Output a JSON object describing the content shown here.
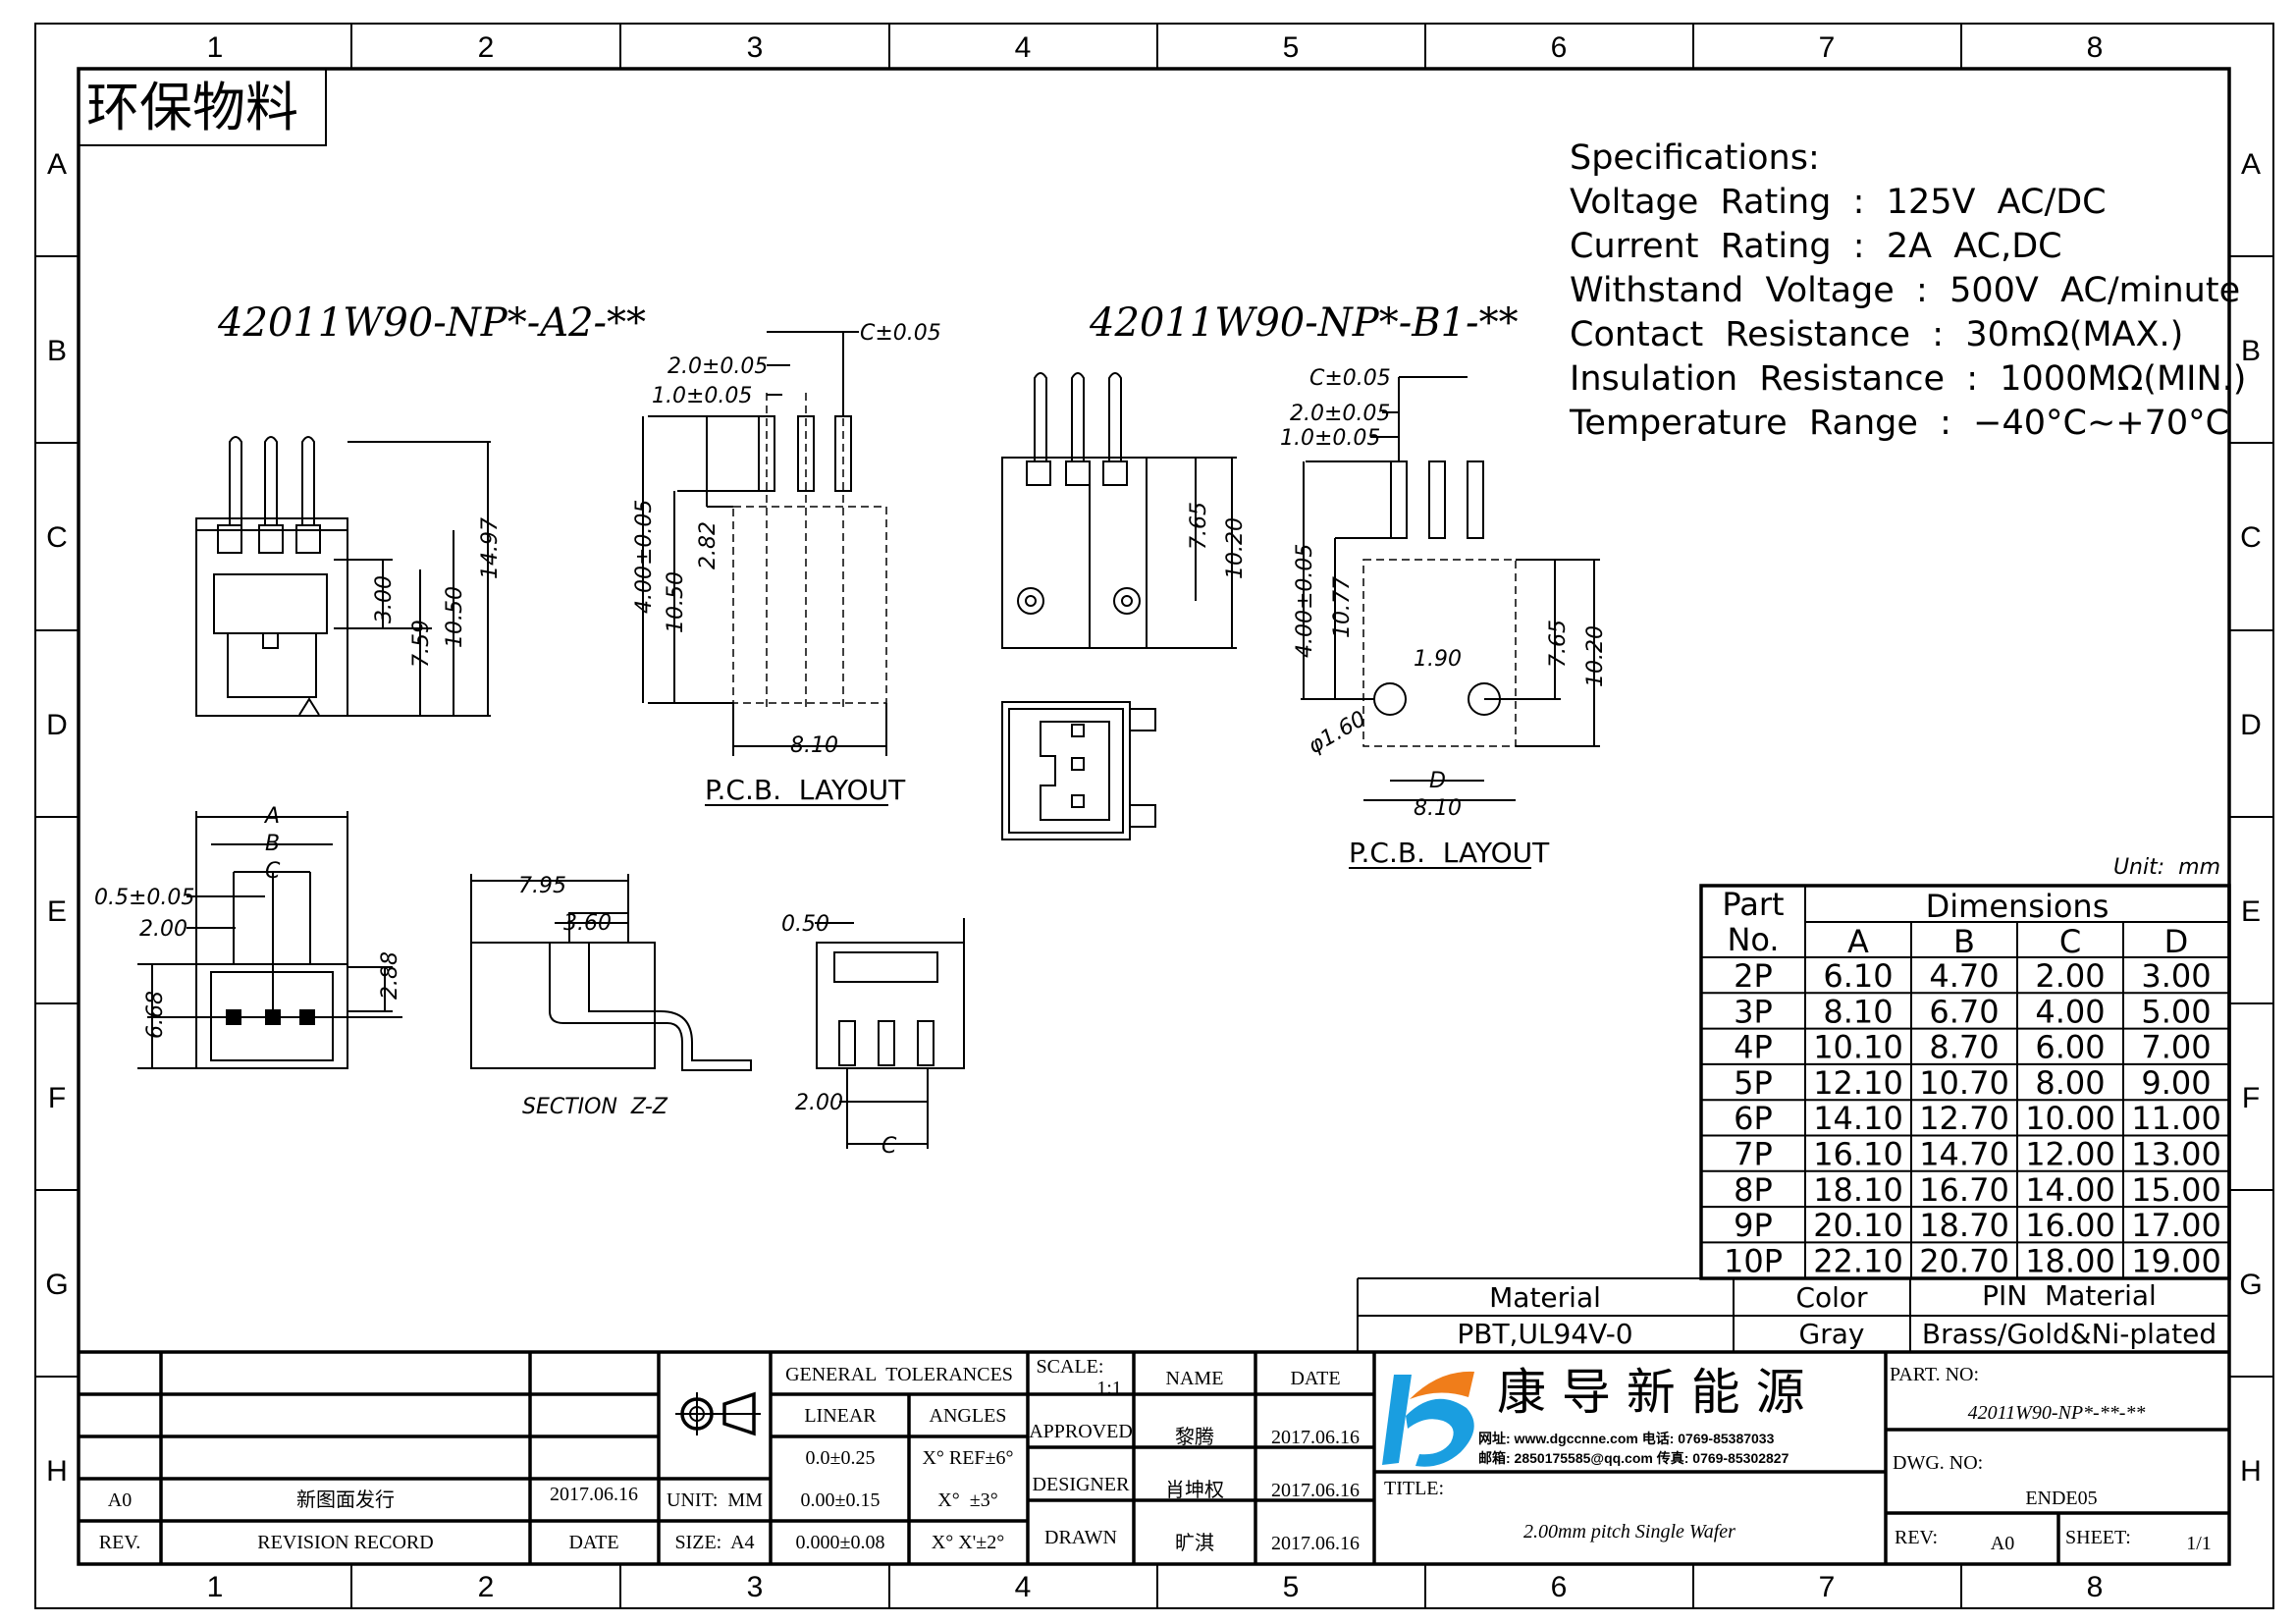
{
  "grid": {
    "columns": [
      "1",
      "2",
      "3",
      "4",
      "5",
      "6",
      "7",
      "8"
    ],
    "rows": [
      "A",
      "B",
      "C",
      "D",
      "E",
      "F",
      "G",
      "H"
    ]
  },
  "stamp": "环保物料",
  "specifications": {
    "title": "Specifications:",
    "lines": [
      "Voltage  Rating  :  125V  AC/DC",
      "Current  Rating  :  2A  AC,DC",
      "Withstand  Voltage  :  500V  AC/minute",
      "Contact  Resistance  :  30mΩ(MAX.)",
      "Insulation  Resistance  :  1000MΩ(MIN.)",
      "Temperature  Range  :  −40°C~+70°C"
    ]
  },
  "drawings": {
    "a2": {
      "part": "42011W90-NP*-A2-**",
      "dims": [
        "3.00",
        "7.59",
        "10.50",
        "14.97"
      ]
    },
    "pcb1": {
      "dims": [
        "C±0.05",
        "2.0±0.05",
        "1.0±0.05",
        "4.00±0.05",
        "10.50",
        "2.82",
        "8.10"
      ],
      "label": "P.C.B.  LAYOUT"
    },
    "b1": {
      "part": "42011W90-NP*-B1-**",
      "dims": [
        "7.65",
        "10.20"
      ]
    },
    "pcb2": {
      "dims": [
        "C±0.05",
        "2.0±0.05",
        "1.0±0.05",
        "4.00±0.05",
        "10.77",
        "1.90",
        "7.65",
        "10.20",
        "φ1.60",
        "D",
        "8.10"
      ],
      "label": "P.C.B.  LAYOUT"
    },
    "front": {
      "dims": [
        "A",
        "B",
        "C",
        "0.5±0.05",
        "2.00",
        "6.68",
        "2.88"
      ]
    },
    "section": {
      "dims": [
        "7.95",
        "3.60"
      ],
      "label": "SECTION  Z-Z"
    },
    "side": {
      "dims": [
        "0.50",
        "2.00",
        "C"
      ]
    },
    "unit": "Unit:  mm"
  },
  "dimension_table": {
    "part_header": [
      "Part",
      "No."
    ],
    "dimensions_header": "Dimensions",
    "columns": [
      "A",
      "B",
      "C",
      "D"
    ],
    "rows": [
      [
        "2P",
        "6.10",
        "4.70",
        "2.00",
        "3.00"
      ],
      [
        "3P",
        "8.10",
        "6.70",
        "4.00",
        "5.00"
      ],
      [
        "4P",
        "10.10",
        "8.70",
        "6.00",
        "7.00"
      ],
      [
        "5P",
        "12.10",
        "10.70",
        "8.00",
        "9.00"
      ],
      [
        "6P",
        "14.10",
        "12.70",
        "10.00",
        "11.00"
      ],
      [
        "7P",
        "16.10",
        "14.70",
        "12.00",
        "13.00"
      ],
      [
        "8P",
        "18.10",
        "16.70",
        "14.00",
        "15.00"
      ],
      [
        "9P",
        "20.10",
        "18.70",
        "16.00",
        "17.00"
      ],
      [
        "10P",
        "22.10",
        "20.70",
        "18.00",
        "19.00"
      ]
    ]
  },
  "materials": {
    "material_label": "Material",
    "material_value": "PBT,UL94V-0",
    "color_label": "Color",
    "color_value": "Gray",
    "pin_label": "PIN  Material",
    "pin_value": "Brass/Gold&Ni-plated"
  },
  "title_block": {
    "revision": {
      "rev": "A0",
      "record": "新图面发行",
      "date": "2017.06.16",
      "rev_header": "REV.",
      "record_header": "REVISION RECORD",
      "date_header": "DATE"
    },
    "unit": "UNIT:  MM",
    "size": "SIZE:  A4",
    "tolerances": {
      "title": "GENERAL  TOLERANCES",
      "linear_label": "LINEAR",
      "angles_label": "ANGLES",
      "linear": [
        "0.0±0.25",
        "0.00±0.15",
        "0.000±0.08"
      ],
      "angles": [
        "X° REF±6°",
        "X°  ±3°",
        "X° X'±2°"
      ]
    },
    "scale_label": "SCALE:",
    "scale_value": "1:1",
    "name_header": "NAME",
    "date_header": "DATE",
    "signoffs": [
      {
        "role": "APPROVED",
        "name": "黎腾",
        "date": "2017.06.16"
      },
      {
        "role": "DESIGNER",
        "name": "肖坤权",
        "date": "2017.06.16"
      },
      {
        "role": "DRAWN",
        "name": "旷淇",
        "date": "2017.06.16"
      }
    ],
    "company": "康 导 新 能 源",
    "contact": [
      "网址: www.dgccnne.com   电话: 0769-85387033",
      "邮箱: 2850175585@qq.com  传真: 0769-85302827"
    ],
    "title_label": "TITLE:",
    "title": "2.00mm pitch Single Wafer",
    "part_no_label": "PART. NO:",
    "part_no": "42011W90-NP*-**-**",
    "dwg_no_label": "DWG. NO:",
    "dwg_no": "ENDE05",
    "rev_label": "REV:",
    "rev_value": "A0",
    "sheet_label": "SHEET:",
    "sheet_value": "1/1"
  },
  "colors": {
    "logo_blue": "#1a9ee0",
    "logo_orange": "#f07d1a"
  }
}
